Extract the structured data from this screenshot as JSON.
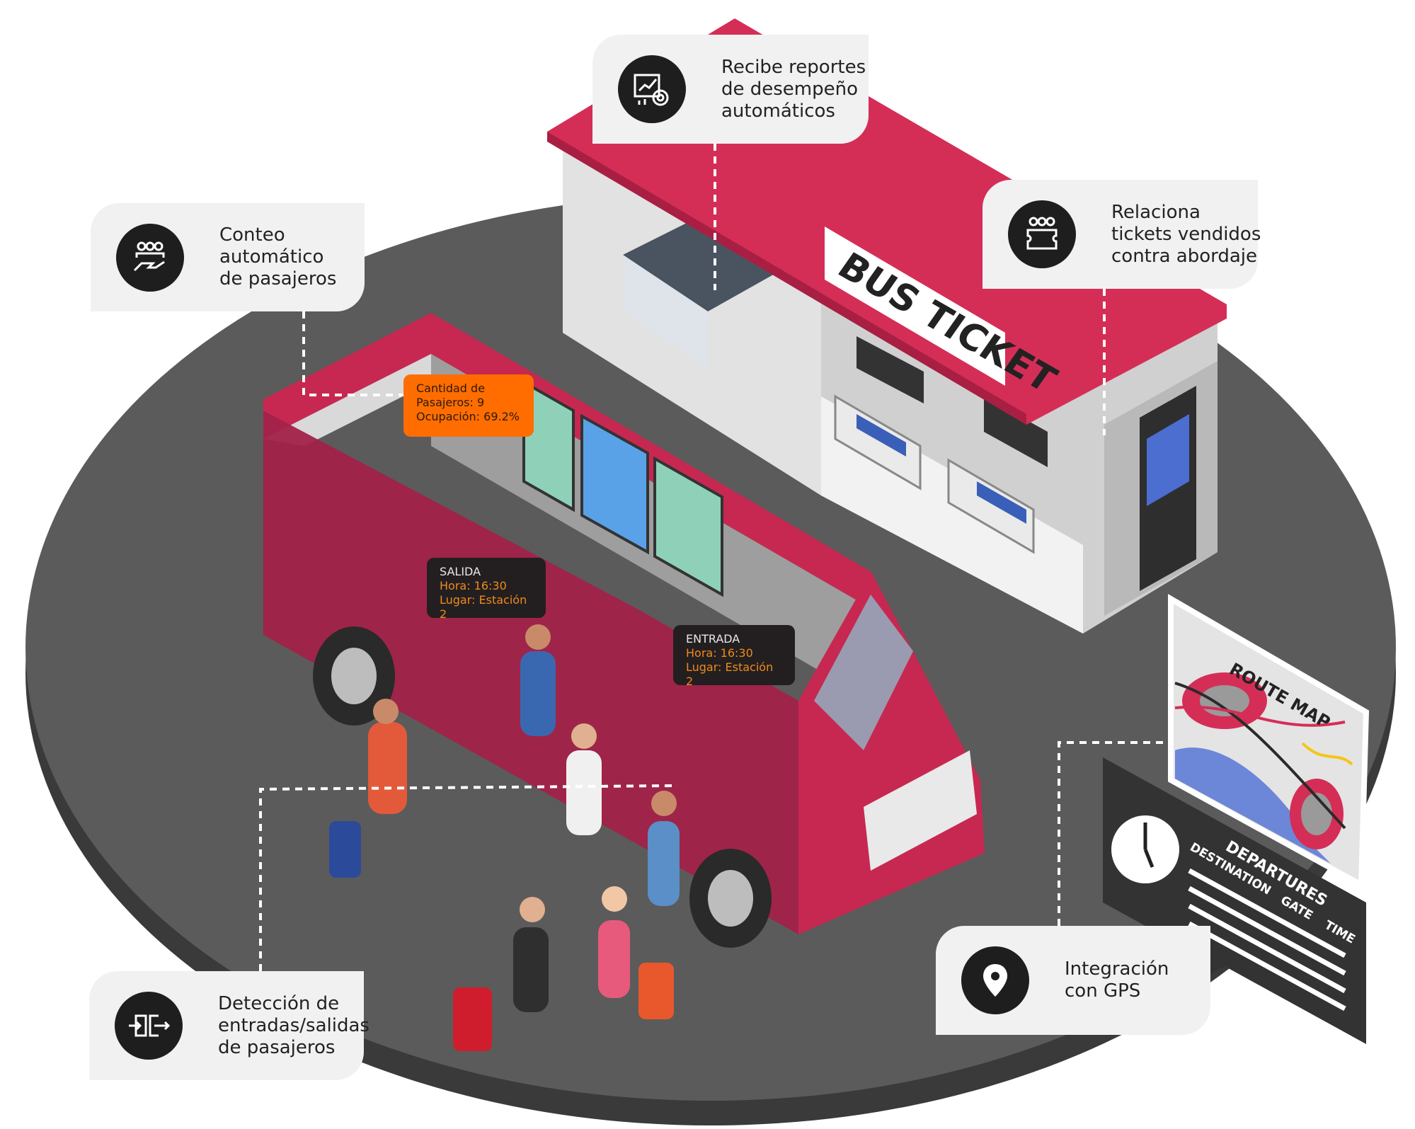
{
  "callouts": {
    "reports": {
      "lines": [
        "Recibe reportes",
        "de desempeño",
        "automáticos"
      ],
      "icon": "report-chart-icon"
    },
    "counting": {
      "lines": [
        "Conteo",
        "automático",
        "de pasajeros"
      ],
      "icon": "people-hand-icon"
    },
    "tickets": {
      "lines": [
        "Relaciona",
        "tickets vendidos",
        "contra abordaje"
      ],
      "icon": "people-ticket-icon"
    },
    "entries": {
      "lines": [
        "Detección de",
        "entradas/salidas",
        "de pasajeros"
      ],
      "icon": "enter-exit-icon"
    },
    "gps": {
      "lines": [
        "Integración",
        "con GPS"
      ],
      "icon": "map-pin-icon"
    }
  },
  "overlays": {
    "occupancy": {
      "line1": "Cantidad de",
      "line2": "Pasajeros:  9",
      "line3": "Ocupación: 69.2%"
    },
    "exit": {
      "title": "SALIDA",
      "time": "Hora: 16:30",
      "place": "Lugar: Estación 2"
    },
    "entry": {
      "title": "ENTRADA",
      "time": "Hora: 16:30",
      "place": "Lugar: Estación 2"
    }
  },
  "signs": {
    "booth": "BUS TICKET",
    "route_map": "ROUTE MAP",
    "departures": "DEPARTURES",
    "destination": "DESTINATION",
    "gate": "GATE",
    "time": "TIME"
  },
  "colors": {
    "accent": "#d42e57",
    "orange": "#ff6d00",
    "platform": "#555555"
  }
}
